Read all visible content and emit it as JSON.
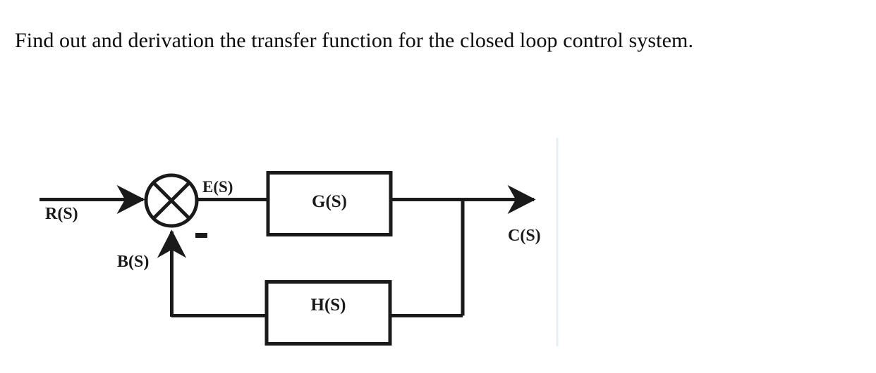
{
  "question": {
    "text": "Find out and derivation the transfer function for the closed loop control system."
  },
  "diagram": {
    "title": "closed-loop-control-system-block-diagram",
    "blocks": [
      {
        "id": "forward-path",
        "label": "G(S)"
      },
      {
        "id": "feedback-path",
        "label": "H(S)"
      }
    ],
    "signals": {
      "reference_input": "R(S)",
      "error": "E(S)",
      "feedback": "B(S)",
      "output": "C(S)"
    },
    "summing_junction": {
      "type": "circle-with-x",
      "reference_sign": "+",
      "feedback_sign": "-",
      "visible_sign_label": "-"
    },
    "colors": {
      "line": "#1a1a1a",
      "background": "#ffffff",
      "faint_guide": "#e8f2f4"
    }
  }
}
